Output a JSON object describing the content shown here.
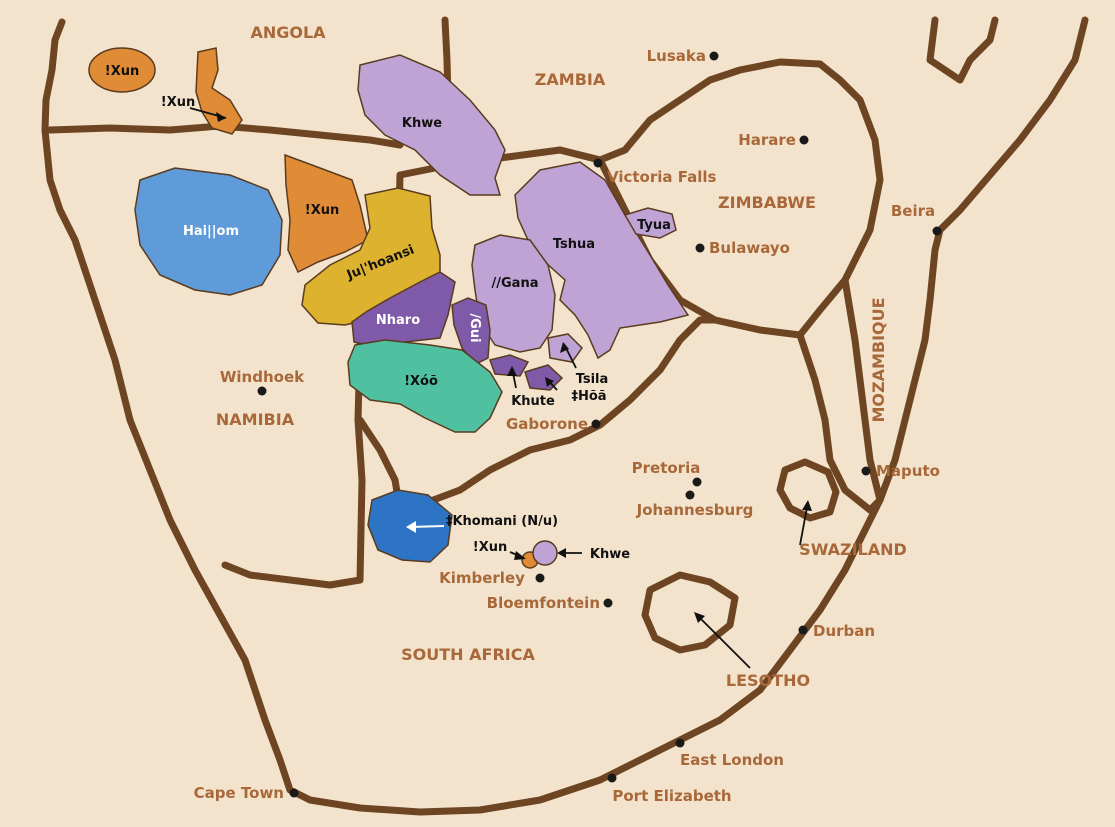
{
  "colors": {
    "background": "#f3e3cc",
    "border": "#6e4522",
    "label": "#a8683a",
    "orange": "#e08b35",
    "lavender": "#bfa3d4",
    "purple": "#7f5aa8",
    "blue": "#5f9bd8",
    "yellow": "#dcb22f",
    "teal": "#4fc1a1",
    "dark_blue": "#2d74c4"
  },
  "countries": {
    "angola": "ANGOLA",
    "zambia": "ZAMBIA",
    "zimbabwe": "ZIMBABWE",
    "namibia": "NAMIBIA",
    "mozambique": "MOZAMBIQUE",
    "south_africa": "SOUTH AFRICA",
    "swaziland": "SWAZILAND",
    "lesotho": "LESOTHO"
  },
  "cities": {
    "lusaka": "Lusaka",
    "harare": "Harare",
    "victoria_falls": "Victoria Falls",
    "bulawayo": "Bulawayo",
    "beira": "Beira",
    "windhoek": "Windhoek",
    "gaborone": "Gaborone",
    "pretoria": "Pretoria",
    "johannesburg": "Johannesburg",
    "maputo": "Maputo",
    "kimberley": "Kimberley",
    "bloemfontein": "Bloemfontein",
    "durban": "Durban",
    "east_london": "East London",
    "port_elizabeth": "Port Elizabeth",
    "cape_town": "Cape Town"
  },
  "languages": {
    "xun_angola_west": "!Xun",
    "xun_angola_east": "!Xun",
    "khwe_north": "Khwe",
    "haillom": "Hai||om",
    "xun_namibia": "!Xun",
    "juhoansi": "Ju|'hoansi",
    "tshua": "Tshua",
    "tyua": "Tyua",
    "gana": "//Gana",
    "nharo": "Nharo",
    "gui": "/Gui",
    "xoo": "!Xóõ",
    "khute": "Khute",
    "tsila": "Tsila",
    "hoa": "‡Hõã",
    "khomani": "‡Khomani (N/u)",
    "xun_south": "!Xun",
    "khwe_south": "Khwe"
  }
}
